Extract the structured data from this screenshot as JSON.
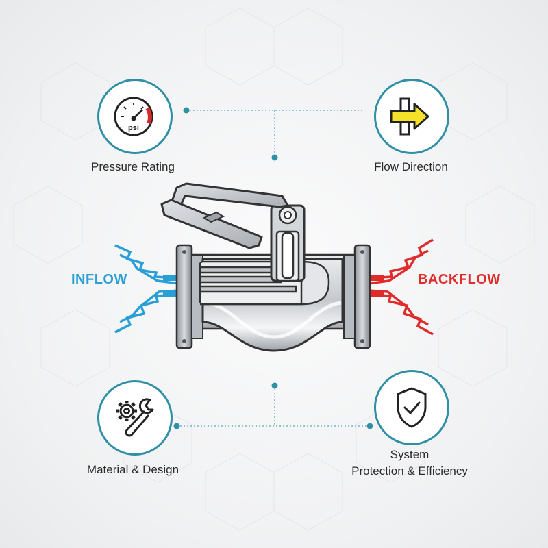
{
  "features": {
    "pressure": {
      "label": "Pressure Rating",
      "unit": "psi",
      "icon": "pressure-gauge-icon"
    },
    "flow": {
      "label": "Flow Direction",
      "icon": "flow-arrow-icon"
    },
    "material": {
      "label": "Material & Design",
      "icon": "gear-wrench-icon"
    },
    "protection": {
      "label_line1": "System",
      "label_line2": "Protection & Efficiency",
      "icon": "shield-check-icon"
    }
  },
  "flows": {
    "inflow": {
      "label": "INFLOW",
      "color": "#2a9fd6"
    },
    "backflow": {
      "label": "BACKFLOW",
      "color": "#e02b2b"
    }
  },
  "colors": {
    "accent": "#2f8fa5",
    "arrow_fill": "#f5e12a"
  }
}
